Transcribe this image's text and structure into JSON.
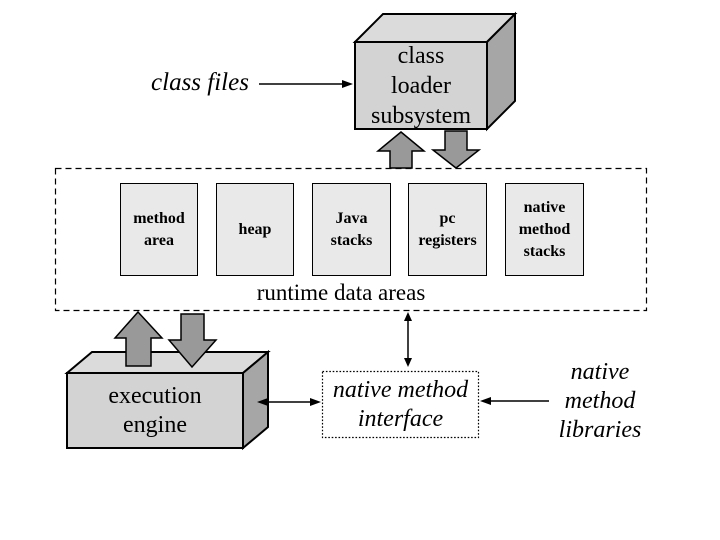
{
  "colors": {
    "background": "#ffffff",
    "box_front": "#d3d3d3",
    "box_top": "#dbdbdb",
    "box_side": "#a6a6a6",
    "inner_box": "#e9e9e9",
    "block_arrow": "#999999",
    "stroke": "#000000"
  },
  "labels": {
    "class_files": "class files",
    "class_loader": "class\nloader\nsubsystem",
    "runtime_data_areas": "runtime data areas",
    "execution_engine": "execution\nengine",
    "native_method_interface": "native method\ninterface",
    "native_method_libraries": "native\nmethod\nlibraries"
  },
  "runtime_boxes": [
    {
      "label": "method\narea"
    },
    {
      "label": "heap"
    },
    {
      "label": "Java\nstacks"
    },
    {
      "label": "pc\nregisters"
    },
    {
      "label": "native\nmethod\nstacks"
    }
  ]
}
